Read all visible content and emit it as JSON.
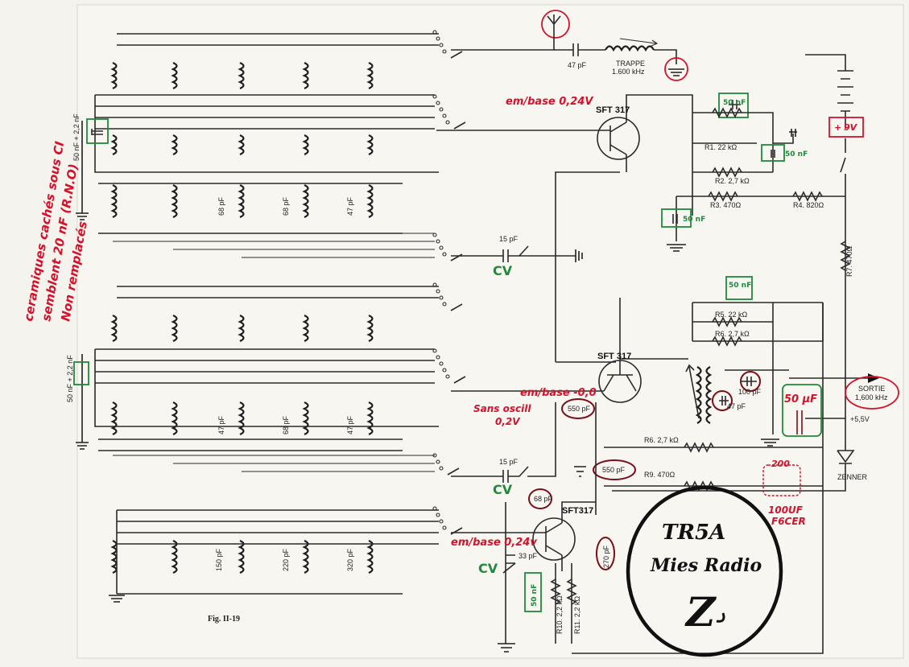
{
  "figure": {
    "caption": "Fig. II-19",
    "transistors": [
      "SFT 317",
      "SFT 317",
      "SFT317"
    ],
    "components": {
      "c_antenna": "47 pF",
      "trap": "TRAPPE",
      "trap_freq": "1.600 kHz",
      "r1": "R1. 22 kΩ",
      "r2": "R2. 2,7 kΩ",
      "r3": "R3. 470Ω",
      "r4": "R4. 820Ω",
      "r5": "R5. 22 kΩ",
      "r6": "R6. 2,7 kΩ",
      "r6b": "R6. 2,7 kΩ",
      "r7": "R7. 470Ω",
      "r9": "R9. 470Ω",
      "r10": "R10. 2,2 kΩ",
      "r11": "R11. 2,2 kΩ",
      "c15a": "15 pF",
      "c15b": "15 pF",
      "c33": "33 pF",
      "c68a": "68 pF",
      "c68b": "68 pF",
      "c47a": "47 pF",
      "c47b": "47 pF",
      "c68c": "68 pF",
      "c47c": "47 pF",
      "c150": "150 pF",
      "c220": "220 pF",
      "c320": "320 pF",
      "c550a": "550 pF",
      "c550b": "550 pF",
      "c100": "100 pF",
      "c47d": "47 pF",
      "c270": "270 pF",
      "c68d": "68 pF",
      "c50a": "50 nF",
      "c50b": "50 nF",
      "c50c": "50 nF",
      "c50d": "50 nF",
      "c50e": "50 nF",
      "c_trim_top": "50 nF + 2,2 nF",
      "c_trim_mid": "50 nF + 2,2 nF",
      "output_label": "SORTIE",
      "output_freq": "1,600 kHz",
      "supply_tap": "+5,5V",
      "zener": "ZENNER"
    },
    "annotations": {
      "side_note_1": "ceramiques cachés sous CI",
      "side_note_2": "semblent 20 nF (R.N.O)",
      "side_note_3": "Non remplacés",
      "v_top": "em/base 0,24V",
      "v_mid": "em/base -0,0",
      "v_mid2": "Sans oscill",
      "v_mid3": "0,2V",
      "v_bot": "em/base 0,24v",
      "cv1": "CV",
      "cv2": "CV",
      "cv3": "CV",
      "battery": "9V",
      "cap50uf": "50 µF",
      "r200": "200",
      "cap100uf": "100UF",
      "brand": "F6CER",
      "title_1": "TR5A",
      "title_2": "Mies Radio",
      "signature": "Z"
    }
  }
}
